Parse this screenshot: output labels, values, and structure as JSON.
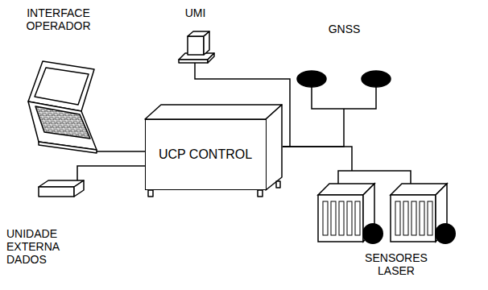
{
  "diagram": {
    "nodes": [
      {
        "text": [
          "INTERFACE OPERADOR"
        ]
      },
      {
        "text": [
          "UMI"
        ]
      },
      {
        "text": [
          "GNSS"
        ]
      },
      {
        "text": [
          "UCP CONTROL"
        ]
      },
      {
        "text": [
          "UNIDADE EXTERNA DADOS"
        ]
      },
      {
        "text": [
          "SENSORES LASER"
        ]
      }
    ],
    "edges": [
      {
        "from": 3,
        "to": 0,
        "arrow": "none"
      },
      {
        "from": 3,
        "to": 1,
        "arrow": "none"
      },
      {
        "from": 3,
        "to": 2,
        "arrow": "none"
      },
      {
        "from": 3,
        "to": 4,
        "arrow": "none"
      },
      {
        "from": 3,
        "to": 5,
        "arrow": "none"
      }
    ]
  }
}
